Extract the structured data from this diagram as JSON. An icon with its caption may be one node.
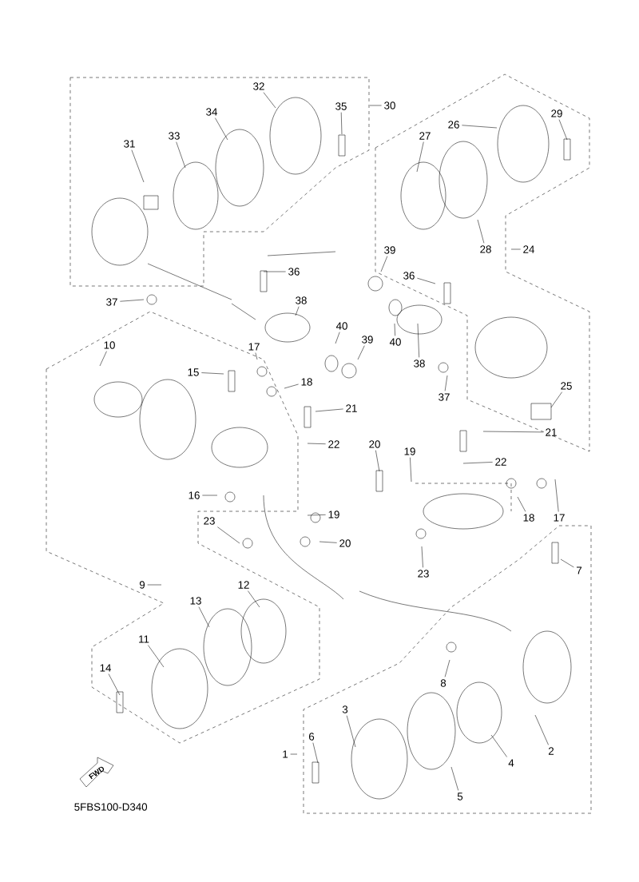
{
  "diagram": {
    "nodes": [
      {
        "text": [
          "30"
        ]
      },
      {
        "text": [
          "32"
        ]
      },
      {
        "text": [
          "34"
        ]
      },
      {
        "text": [
          "35"
        ]
      },
      {
        "text": [
          "33"
        ]
      },
      {
        "text": [
          "31"
        ]
      },
      {
        "text": [
          "29"
        ]
      },
      {
        "text": [
          "26"
        ]
      },
      {
        "text": [
          "27"
        ]
      },
      {
        "text": [
          "28"
        ]
      },
      {
        "text": [
          "24"
        ]
      },
      {
        "text": [
          "39"
        ]
      },
      {
        "text": [
          "36"
        ]
      },
      {
        "text": [
          "36"
        ]
      },
      {
        "text": [
          "37"
        ]
      },
      {
        "text": [
          "38"
        ]
      },
      {
        "text": [
          "40"
        ]
      },
      {
        "text": [
          "39"
        ]
      },
      {
        "text": [
          "40"
        ]
      },
      {
        "text": [
          "38"
        ]
      },
      {
        "text": [
          "37"
        ]
      },
      {
        "text": [
          "25"
        ]
      },
      {
        "text": [
          "10"
        ]
      },
      {
        "text": [
          "17"
        ]
      },
      {
        "text": [
          "15"
        ]
      },
      {
        "text": [
          "18"
        ]
      },
      {
        "text": [
          "21"
        ]
      },
      {
        "text": [
          "22"
        ]
      },
      {
        "text": [
          "20"
        ]
      },
      {
        "text": [
          "19"
        ]
      },
      {
        "text": [
          "21"
        ]
      },
      {
        "text": [
          "22"
        ]
      },
      {
        "text": [
          "16"
        ]
      },
      {
        "text": [
          "19"
        ]
      },
      {
        "text": [
          "20"
        ]
      },
      {
        "text": [
          "23"
        ]
      },
      {
        "text": [
          "23"
        ]
      },
      {
        "text": [
          "18"
        ]
      },
      {
        "text": [
          "17"
        ]
      },
      {
        "text": [
          "7"
        ]
      },
      {
        "text": [
          "9"
        ]
      },
      {
        "text": [
          "13"
        ]
      },
      {
        "text": [
          "12"
        ]
      },
      {
        "text": [
          "11"
        ]
      },
      {
        "text": [
          "14"
        ]
      },
      {
        "text": [
          "8"
        ]
      },
      {
        "text": [
          "3"
        ]
      },
      {
        "text": [
          "2"
        ]
      },
      {
        "text": [
          "4"
        ]
      },
      {
        "text": [
          "6"
        ]
      },
      {
        "text": [
          "1"
        ]
      },
      {
        "text": [
          "5"
        ]
      }
    ],
    "edges": [
      {
        "from": 0,
        "to": null,
        "arrow": "none"
      },
      {
        "from": 1,
        "to": null,
        "arrow": "none"
      },
      {
        "from": 2,
        "to": null,
        "arrow": "none"
      },
      {
        "from": 3,
        "to": null,
        "arrow": "none"
      },
      {
        "from": 4,
        "to": null,
        "arrow": "none"
      },
      {
        "from": 5,
        "to": null,
        "arrow": "none"
      },
      {
        "from": 6,
        "to": null,
        "arrow": "none"
      },
      {
        "from": 7,
        "to": null,
        "arrow": "none"
      },
      {
        "from": 8,
        "to": null,
        "arrow": "none"
      },
      {
        "from": 9,
        "to": null,
        "arrow": "none"
      },
      {
        "from": 10,
        "to": null,
        "arrow": "none"
      },
      {
        "from": 11,
        "to": null,
        "arrow": "none"
      },
      {
        "from": 12,
        "to": null,
        "arrow": "none"
      },
      {
        "from": 13,
        "to": null,
        "arrow": "none"
      },
      {
        "from": 14,
        "to": null,
        "arrow": "none"
      },
      {
        "from": 15,
        "to": null,
        "arrow": "none"
      },
      {
        "from": 16,
        "to": null,
        "arrow": "none"
      },
      {
        "from": 17,
        "to": null,
        "arrow": "none"
      },
      {
        "from": 18,
        "to": null,
        "arrow": "none"
      },
      {
        "from": 19,
        "to": null,
        "arrow": "none"
      },
      {
        "from": 20,
        "to": null,
        "arrow": "none"
      },
      {
        "from": 21,
        "to": null,
        "arrow": "none"
      },
      {
        "from": 22,
        "to": null,
        "arrow": "none"
      },
      {
        "from": 23,
        "to": null,
        "arrow": "none"
      },
      {
        "from": 24,
        "to": null,
        "arrow": "none"
      },
      {
        "from": 25,
        "to": null,
        "arrow": "none"
      },
      {
        "from": 26,
        "to": null,
        "arrow": "none"
      },
      {
        "from": 27,
        "to": null,
        "arrow": "none"
      },
      {
        "from": 28,
        "to": null,
        "arrow": "none"
      },
      {
        "from": 29,
        "to": null,
        "arrow": "none"
      },
      {
        "from": 30,
        "to": null,
        "arrow": "none"
      },
      {
        "from": 31,
        "to": null,
        "arrow": "none"
      },
      {
        "from": 32,
        "to": null,
        "arrow": "none"
      },
      {
        "from": 33,
        "to": null,
        "arrow": "none"
      },
      {
        "from": 34,
        "to": null,
        "arrow": "none"
      },
      {
        "from": 35,
        "to": null,
        "arrow": "none"
      },
      {
        "from": 36,
        "to": null,
        "arrow": "none"
      },
      {
        "from": 37,
        "to": null,
        "arrow": "none"
      },
      {
        "from": 38,
        "to": null,
        "arrow": "none"
      },
      {
        "from": 39,
        "to": null,
        "arrow": "none"
      },
      {
        "from": 40,
        "to": null,
        "arrow": "none"
      },
      {
        "from": 41,
        "to": null,
        "arrow": "none"
      },
      {
        "from": 42,
        "to": null,
        "arrow": "none"
      },
      {
        "from": 43,
        "to": null,
        "arrow": "none"
      },
      {
        "from": 44,
        "to": null,
        "arrow": "none"
      },
      {
        "from": 45,
        "to": null,
        "arrow": "none"
      },
      {
        "from": 46,
        "to": null,
        "arrow": "none"
      },
      {
        "from": 47,
        "to": null,
        "arrow": "none"
      },
      {
        "from": 48,
        "to": null,
        "arrow": "none"
      },
      {
        "from": 49,
        "to": null,
        "arrow": "none"
      },
      {
        "from": 50,
        "to": null,
        "arrow": "none"
      },
      {
        "from": 51,
        "to": null,
        "arrow": "none"
      }
    ],
    "labels": [
      "FWD",
      "5FBS100-D340"
    ]
  }
}
